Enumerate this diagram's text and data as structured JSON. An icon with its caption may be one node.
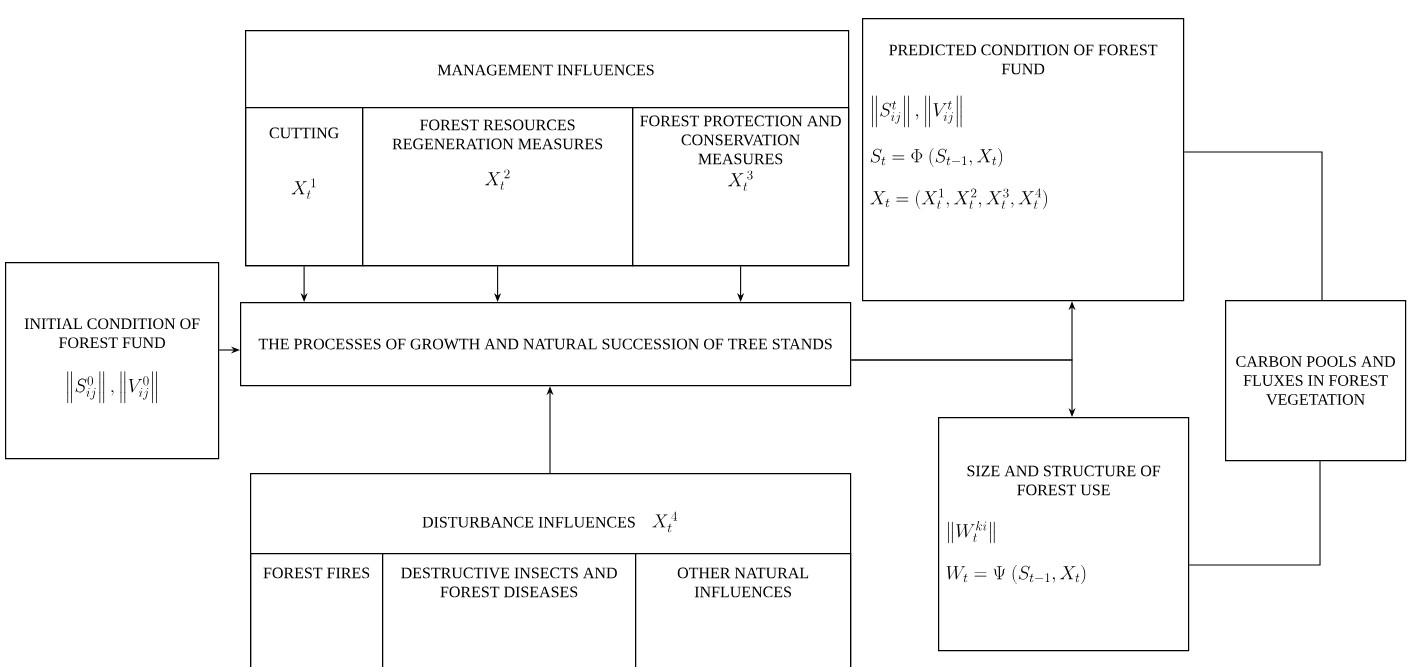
{
  "diagram": {
    "nodes": [
      {
        "text": [
          "MANAGEMENT INFLUENCES"
        ]
      },
      {
        "text": [
          "CUTTING",
          "X_t^{\\,1}"
        ],
        "in": 0
      },
      {
        "text": [
          "FOREST RESOURCES REGENERATION MEASURES",
          "X_t^{\\,2}"
        ],
        "in": 0
      },
      {
        "text": [
          "FOREST PROTECTION AND CONSERVATION MEASURES",
          "X_t^{\\,3}"
        ],
        "in": 0
      },
      {
        "text": [
          "INITIAL CONDITION OF FOREST FUND",
          "\\left\\|S^0_{ij}\\right\\|,\\left\\|V^0_{ij}\\right\\|"
        ]
      },
      {
        "text": [
          "THE PROCESSES OF GROWTH AND NATURAL SUCCESSION OF TREE STANDS"
        ]
      },
      {
        "text": [
          "DISTURBANCE INFLUENCES",
          "X_t^{\\,4}"
        ]
      },
      {
        "text": [
          "FOREST FIRES"
        ],
        "in": 6
      },
      {
        "text": [
          "DESTRUCTIVE INSECTS AND FOREST DISEASES"
        ],
        "in": 6
      },
      {
        "text": [
          "OTHER NATURAL INFLUENCES"
        ],
        "in": 6
      },
      {
        "text": [
          "PREDICTED CONDITION OF FOREST FUND",
          "\\left\\|S^t_{ij}\\right\\|,\\left\\|V^t_{ij}\\right\\|",
          "S_t=\\Phi\\ (S_{t-1},X_t)",
          "X_t=(X_t^1,X_t^2,X_t^3,X_t^4)"
        ]
      },
      {
        "text": [
          "CARBON POOLS AND FLUXES IN FOREST VEGETATION"
        ]
      },
      {
        "text": [
          "SIZE AND STRUCTURE OF FOREST USE",
          "\\left\\|W_t^{ki}\\right\\|",
          "W_t=\\Psi\\ (S_{t-1},X_t)"
        ]
      }
    ],
    "edges": [
      {
        "from": 1,
        "to": 5,
        "arrow": "to"
      },
      {
        "from": 2,
        "to": 5,
        "arrow": "to"
      },
      {
        "from": 3,
        "to": 5,
        "arrow": "to"
      },
      {
        "from": 4,
        "to": 5,
        "arrow": "to"
      },
      {
        "from": 6,
        "to": 5,
        "arrow": "to"
      },
      {
        "from": 5,
        "to": 10,
        "arrow": "to"
      },
      {
        "from": 5,
        "to": 12,
        "arrow": "to"
      },
      {
        "from": 10,
        "to": 11,
        "arrow": "none"
      },
      {
        "from": 12,
        "to": 11,
        "arrow": "none"
      }
    ]
  }
}
